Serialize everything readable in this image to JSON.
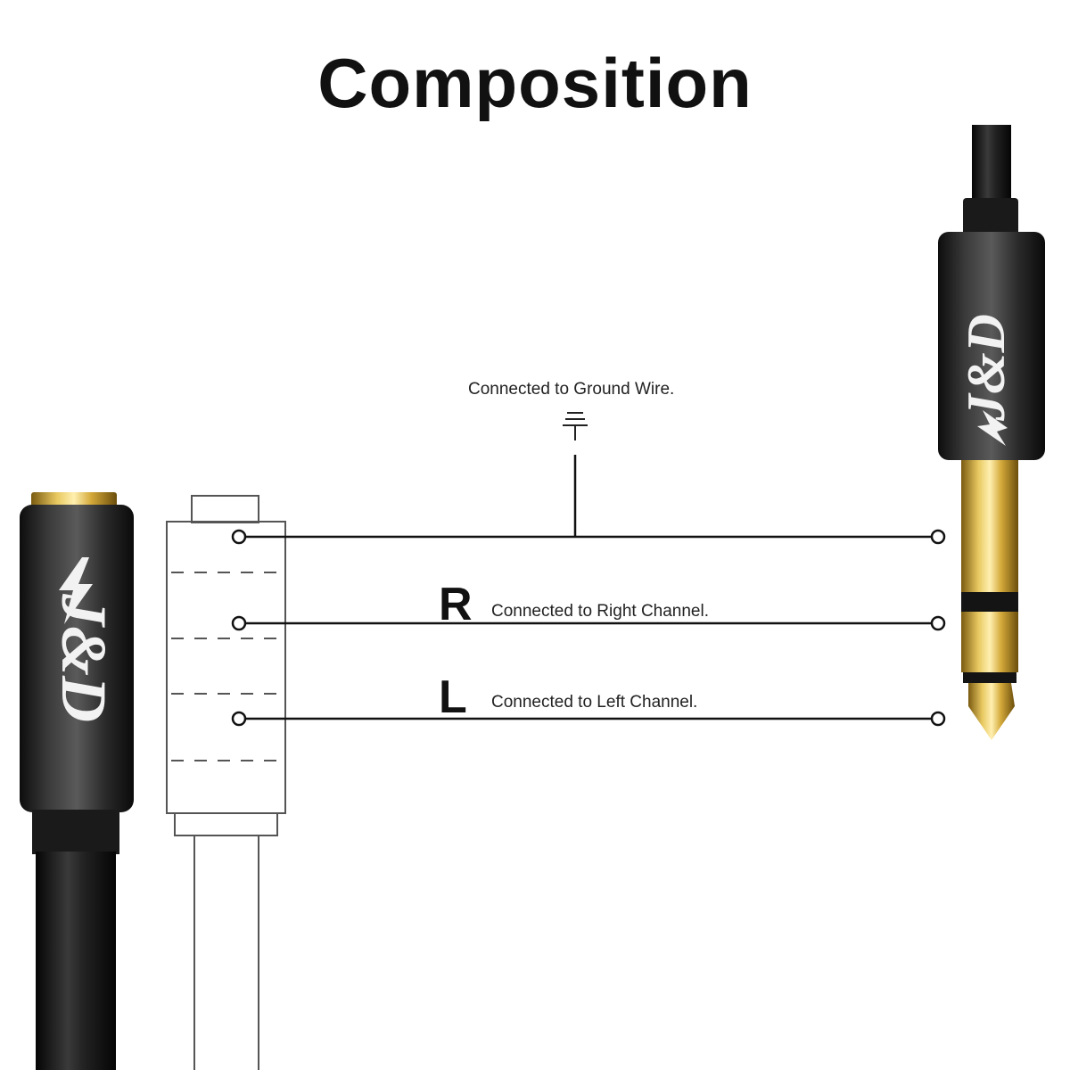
{
  "title": "Composition",
  "brand_logo_text": "J&D",
  "ground": {
    "text": "Connected to Ground Wire."
  },
  "right": {
    "letter": "R",
    "text": "Connected to Right Channel."
  },
  "left": {
    "letter": "L",
    "text": "Connected to Left Channel."
  },
  "colors": {
    "connector_body": "#1c1c1c",
    "gold": "#c9a227",
    "wire": "#111111",
    "diagram_line": "#555555"
  }
}
